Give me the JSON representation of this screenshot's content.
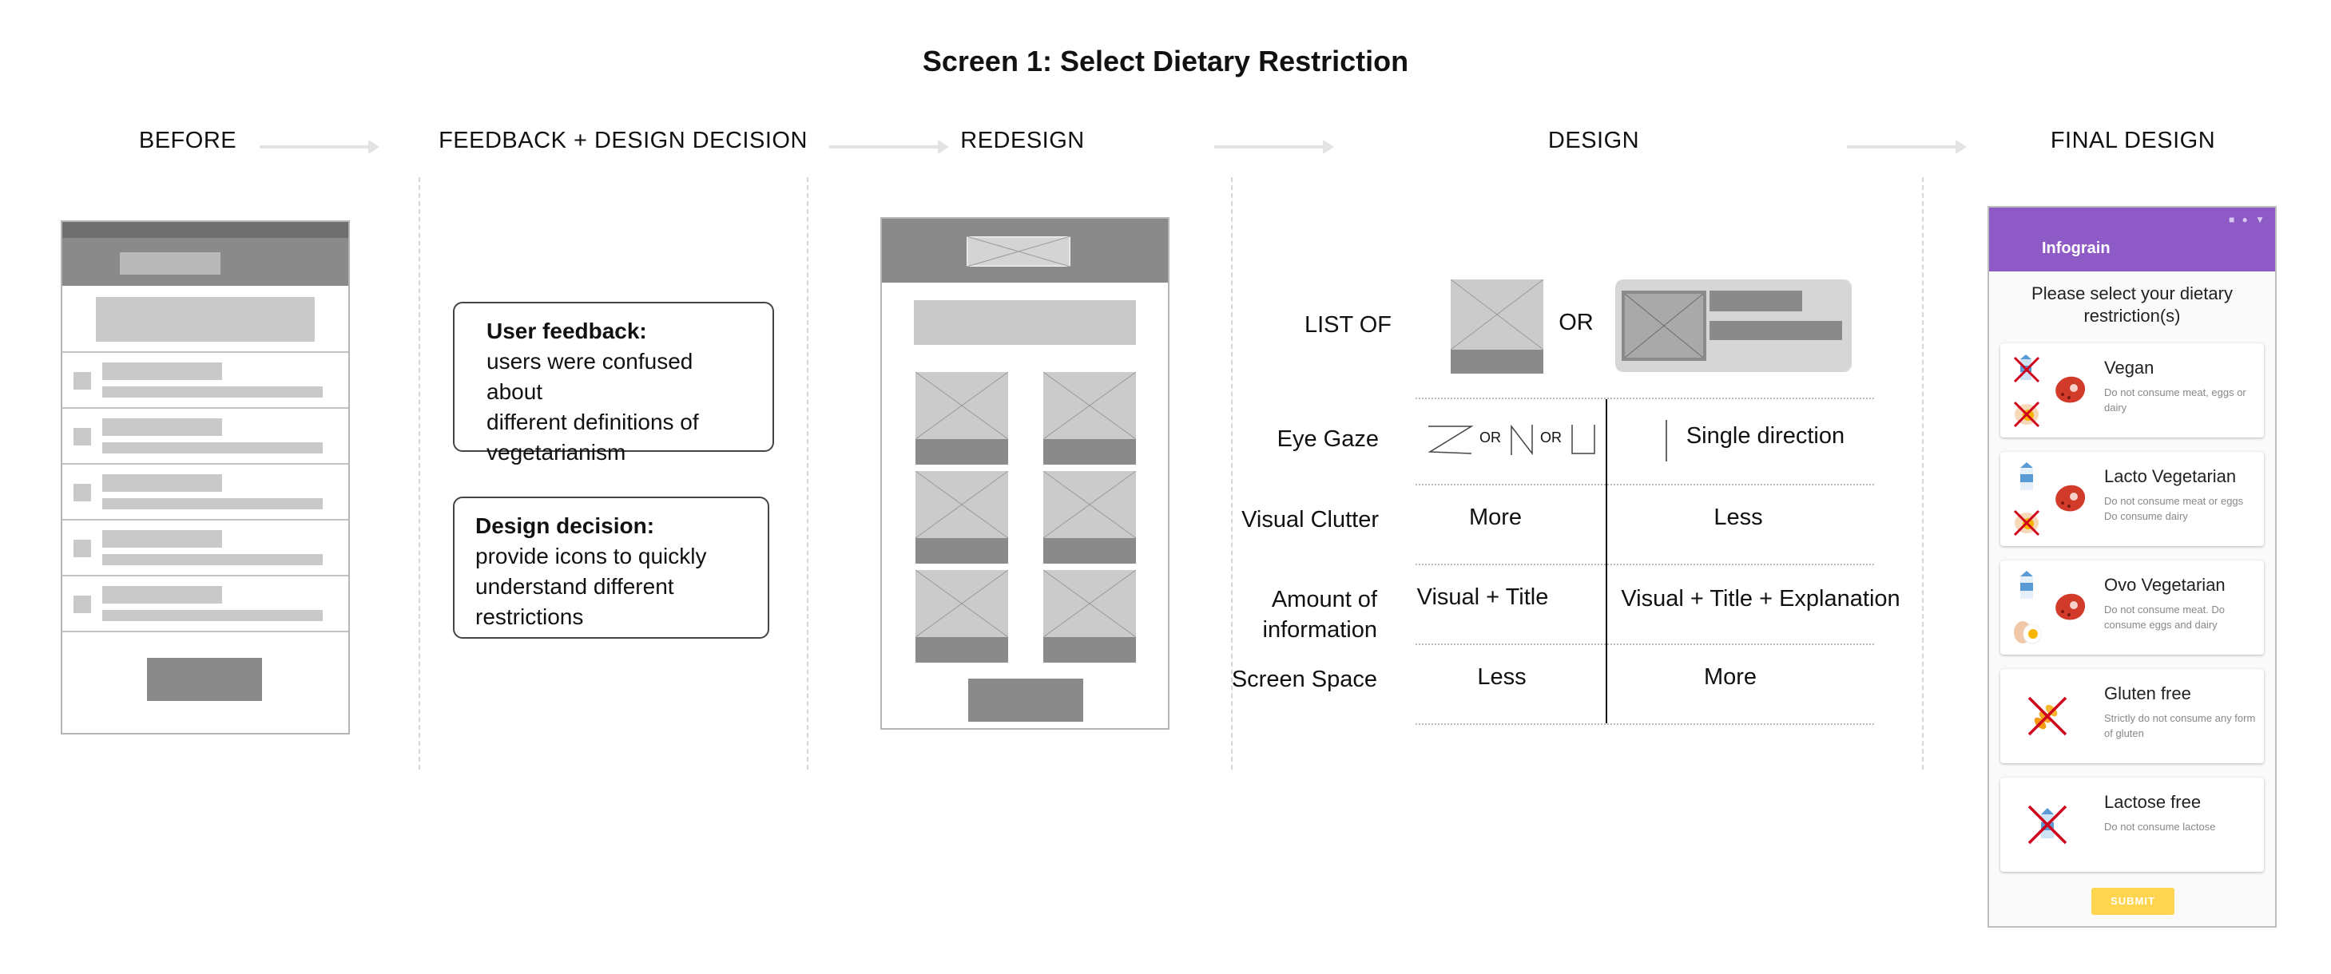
{
  "title": "Screen 1: Select Dietary Restriction",
  "columns": [
    "BEFORE",
    "FEEDBACK + DESIGN DECISION",
    "REDESIGN",
    "DESIGN",
    "FINAL DESIGN"
  ],
  "feedback": {
    "heading": "User feedback:",
    "lines": [
      "users were confused about",
      "different definitions of",
      "vegetarianism"
    ]
  },
  "decision": {
    "heading": "Design decision:",
    "lines": [
      "provide icons to quickly",
      "understand different",
      "restrictions"
    ]
  },
  "design": {
    "list_of": "LIST OF",
    "or": "OR",
    "small_or": "OR",
    "rows": [
      {
        "label": "Eye Gaze",
        "left": "",
        "right": "Single direction"
      },
      {
        "label": "Visual Clutter",
        "left": "More",
        "right": "Less"
      },
      {
        "label_lines": [
          "Amount of",
          "information"
        ],
        "left": "Visual + Title",
        "right": "Visual + Title + Explanation"
      },
      {
        "label": "Screen Space",
        "left": "Less",
        "right": "More"
      }
    ]
  },
  "final": {
    "app_name": "Infograin",
    "prompt": "Please select your dietary restriction(s)",
    "options": [
      {
        "name": "Vegan",
        "desc": "Do not consume meat, eggs or dairy",
        "icons": [
          "milk-crossed-icon",
          "egg-crossed-icon",
          "meat-icon"
        ]
      },
      {
        "name": "Lacto Vegetarian",
        "desc": "Do not consume meat or eggs Do consume dairy",
        "icons": [
          "milk-icon",
          "egg-crossed-icon",
          "meat-icon"
        ]
      },
      {
        "name": "Ovo Vegetarian",
        "desc": "Do not consume meat. Do consume eggs and dairy",
        "icons": [
          "milk-icon",
          "egg-icon",
          "meat-icon"
        ]
      },
      {
        "name": "Gluten free",
        "desc": "Strictly do not consume any form of gluten",
        "icons": [
          "wheat-crossed-icon"
        ]
      },
      {
        "name": "Lactose free",
        "desc": "Do not consume lactose",
        "icons": [
          "milk-crossed-icon"
        ]
      }
    ],
    "submit": "SUBMIT"
  },
  "colors": {
    "appbar": "#8e5ac5",
    "submit": "#ffd54f",
    "cross": "#d0021b",
    "meat": "#d23a2a"
  }
}
